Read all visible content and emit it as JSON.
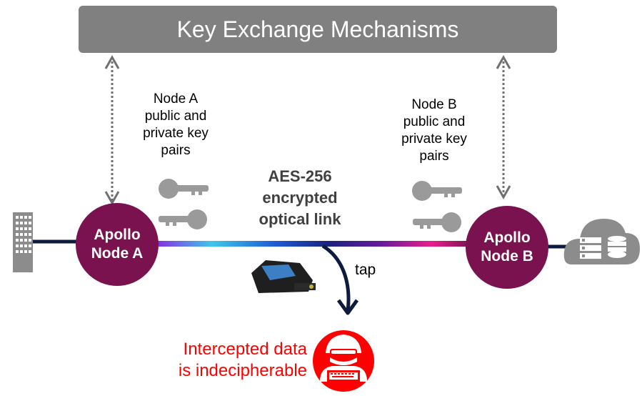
{
  "banner": {
    "title": "Key Exchange Mechanisms",
    "color": "#808080"
  },
  "node_a": {
    "keys_label": "Node A\npublic and\nprivate key\npairs",
    "circle_label": "Apollo\nNode A"
  },
  "node_b": {
    "keys_label": "Node B\npublic and\nprivate key\npairs",
    "circle_label": "Apollo\nNode B"
  },
  "link": {
    "label": "AES-256\nencrypted\noptical link"
  },
  "tap": {
    "label": "tap"
  },
  "intercept": {
    "label": "Intercepted data\nis indecipherable",
    "color": "#ff0000"
  },
  "colors": {
    "node": "#7a1250",
    "line": "#0d1b3e",
    "icon_gray": "#8c8c8c"
  },
  "icons": [
    "building-icon",
    "key-icon",
    "fiber-tap-device-icon",
    "hacker-icon",
    "cloud-server-icon",
    "database-icon"
  ]
}
